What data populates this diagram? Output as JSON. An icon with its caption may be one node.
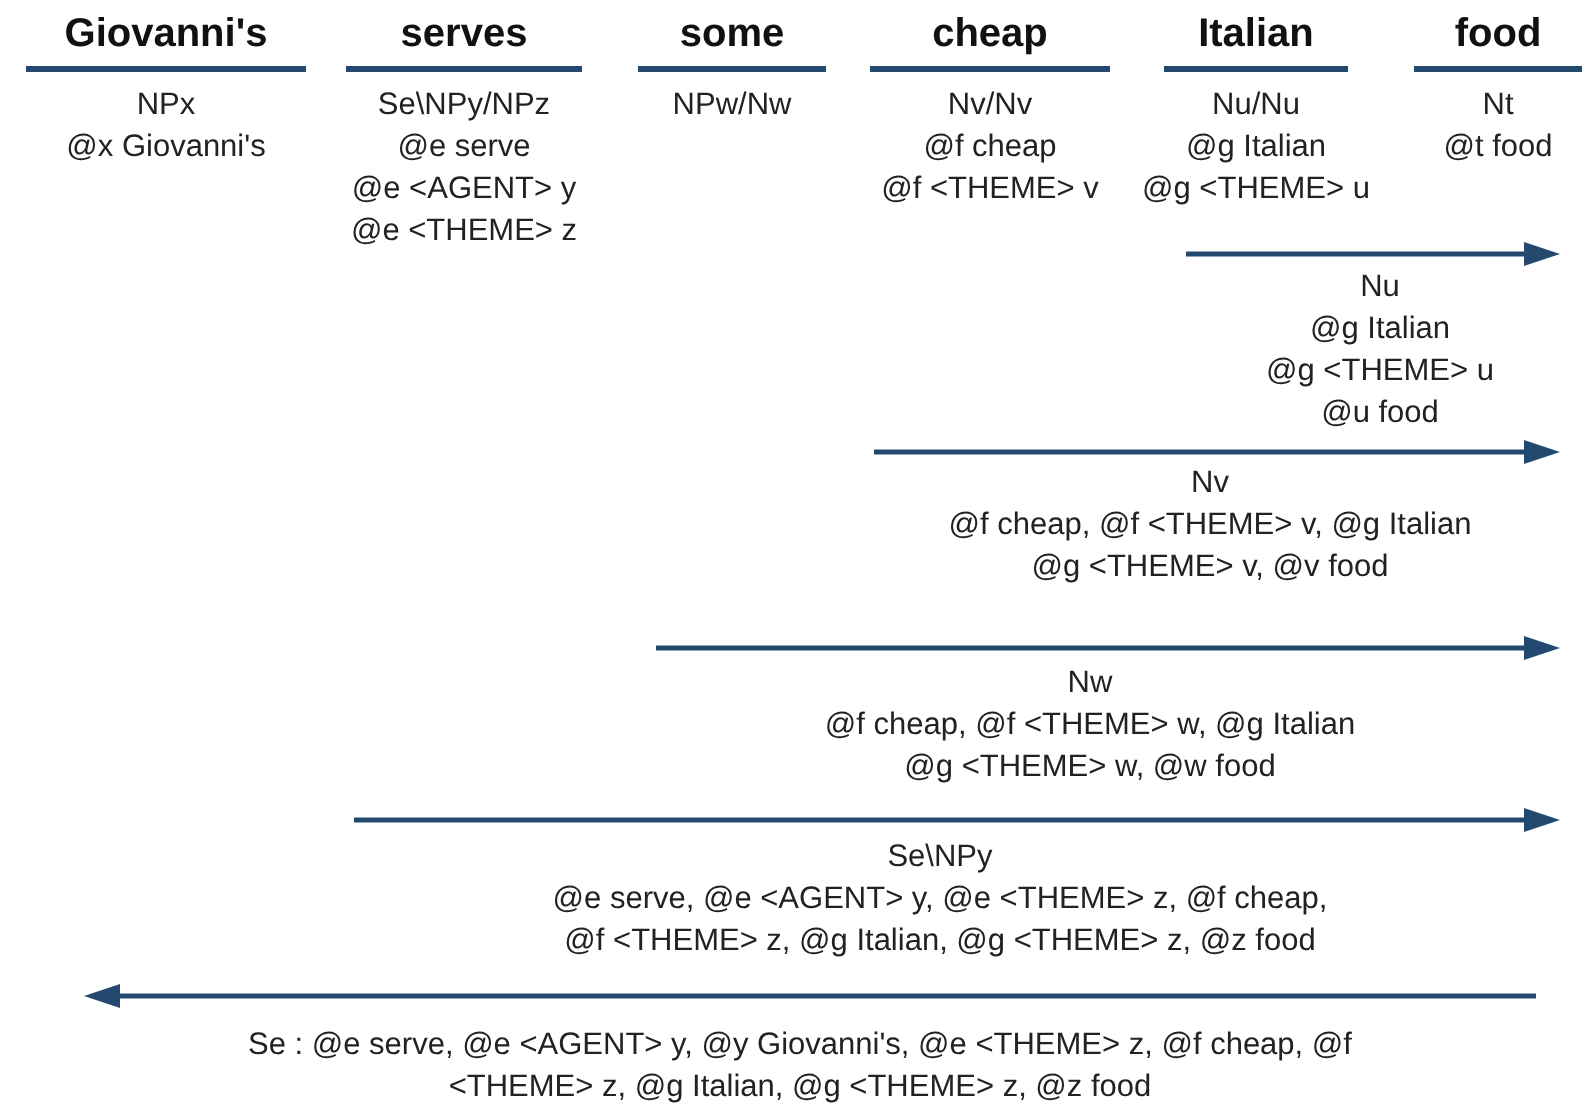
{
  "diagram": {
    "nodes": [
      {
        "text": [
          "Giovanni's",
          "NPx",
          "@x Giovanni's"
        ]
      },
      {
        "text": [
          "serves",
          "Se\\NPy/NPz",
          "@e serve",
          "@e <AGENT> y",
          "@e <THEME> z"
        ]
      },
      {
        "text": [
          "some",
          "NPw/Nw"
        ]
      },
      {
        "text": [
          "cheap",
          "Nv/Nv",
          "@f cheap",
          "@f <THEME> v"
        ]
      },
      {
        "text": [
          "Italian",
          "Nu/Nu",
          "@g Italian",
          "@g <THEME> u"
        ]
      },
      {
        "text": [
          "food",
          "Nt",
          "@t food"
        ]
      },
      {
        "text": [
          "Nu",
          "@g Italian",
          "@g <THEME> u",
          "@u food"
        ]
      },
      {
        "text": [
          "Nv",
          "@f cheap, @f <THEME> v, @g Italian",
          "@g <THEME> v, @v food"
        ]
      },
      {
        "text": [
          "Nw",
          "@f cheap, @f <THEME> w, @g Italian",
          "@g <THEME> w, @w food"
        ]
      },
      {
        "text": [
          "Se\\NPy",
          "@e serve, @e <AGENT> y, @e <THEME> z, @f cheap,",
          "@f <THEME> z, @g Italian, @g <THEME> z, @z food"
        ]
      },
      {
        "text": [
          "Se : @e serve, @e <AGENT> y, @y Giovanni's, @e <THEME> z, @f cheap, @f <THEME> z, @g Italian, @g <THEME> z, @z food"
        ]
      }
    ]
  }
}
